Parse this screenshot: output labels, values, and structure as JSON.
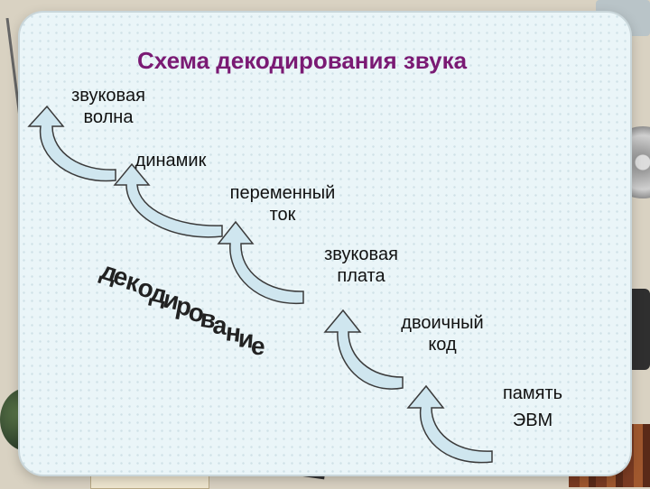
{
  "title": "Схема декодирования звука",
  "steps": [
    {
      "line1": "звуковая",
      "line2": "волна"
    },
    {
      "line1": "динамик",
      "line2": ""
    },
    {
      "line1": "переменный",
      "line2": "ток"
    },
    {
      "line1": "звуковая",
      "line2": "плата"
    },
    {
      "line1": "двоичный",
      "line2": "код"
    },
    {
      "line1": "память",
      "line2": "ЭВМ"
    }
  ],
  "decoding_label": "декодирование",
  "colors": {
    "title": "#7a1a74",
    "arrow_fill": "#cfe6ef",
    "arrow_stroke": "#3b3b3b"
  }
}
